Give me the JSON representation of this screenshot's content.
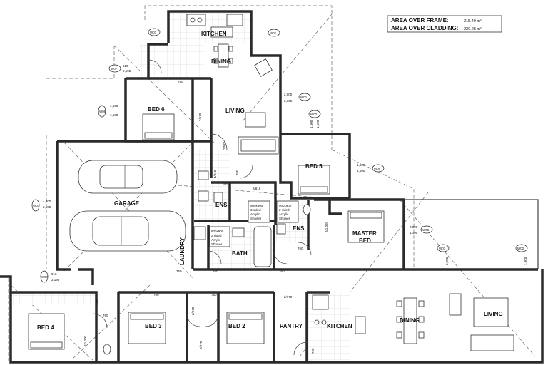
{
  "area_table": {
    "frame_label": "AREA OVER FRAME:",
    "frame_value": "215.40 m²",
    "cladding_label": "AREA OVER CLADDING:",
    "cladding_value": "220.28 m²"
  },
  "rooms": {
    "kitchen_top": "KITCHEN",
    "dining_top": "DINING",
    "bed6": "BED 6",
    "living_top": "LIVING",
    "bed5": "BED 5",
    "garage": "GARAGE",
    "ens_top": "ENS.",
    "ens_mid": "ENS.",
    "master_line1": "MASTER",
    "master_line2": "BED",
    "laundry": "LAUNDRY",
    "bath": "BATH",
    "bed4": "BED 4",
    "bed3": "BED 3",
    "bed2": "BED 2",
    "pantry": "PANTRY",
    "kitchen_bottom": "KITCHEN",
    "dining_bottom": "DINING",
    "living_bottom": "LIVING"
  },
  "window_tags": {
    "w03_top": "W03",
    "w07": "W07",
    "w01": "W01",
    "w08": "W08",
    "w02_living": "W02",
    "w09": "W09",
    "w01_garage": "W01",
    "w05": "W05",
    "w03_mid": "W03",
    "w02_right": "W02"
  },
  "window_sizes": {
    "w07_a": "910",
    "w07_b": "2,195",
    "bed6_a": "1,600",
    "bed6_b": "1,100",
    "living_a": "2,000",
    "living_b": "2,195",
    "w02_a": "1,600",
    "w02_b": "1,100",
    "bed5_a": "1,600",
    "bed5_b": "1,100",
    "garage_a": "4,800",
    "garage_b": "2,195",
    "master_a": "2,000",
    "master_b": "1,100",
    "bottom_a": "910",
    "bottom_b": "2,195",
    "w03_a": "2,200",
    "w02r_a": "1,800"
  },
  "door_labels": {
    "d760_living": "760",
    "d2570_a": "2/570",
    "d2570_b": "2/570",
    "d4310": "4/310",
    "d760_ens": "760",
    "d2818": "2/818",
    "d760_hall": "760",
    "d760_bed5": "760",
    "d21050": "2/1,050",
    "d760_laundry": "760",
    "d760_bath": "760",
    "d760_master": "760",
    "d760_b1": "760",
    "d760_b2": "760",
    "d760_b3": "760",
    "d760_b4": "760",
    "d2670_a": "2/670",
    "d2670_b": "2/670",
    "d21000": "2/1,000",
    "d2770": "2/770",
    "d760_pantry": "760"
  },
  "shower_notes": {
    "s1_l1": "900x900",
    "s1_l2": "3 sided",
    "s1_l3": "Acrylic",
    "s1_l4": "Shower",
    "s2_l1": "900x900",
    "s2_l2": "2 sided",
    "s2_l3": "Acrylic",
    "s2_l4": "Shower",
    "s3_l1": "900x900",
    "s3_l2": "2 sided",
    "s3_l3": "Acrylic",
    "s3_l4": "Shower"
  }
}
